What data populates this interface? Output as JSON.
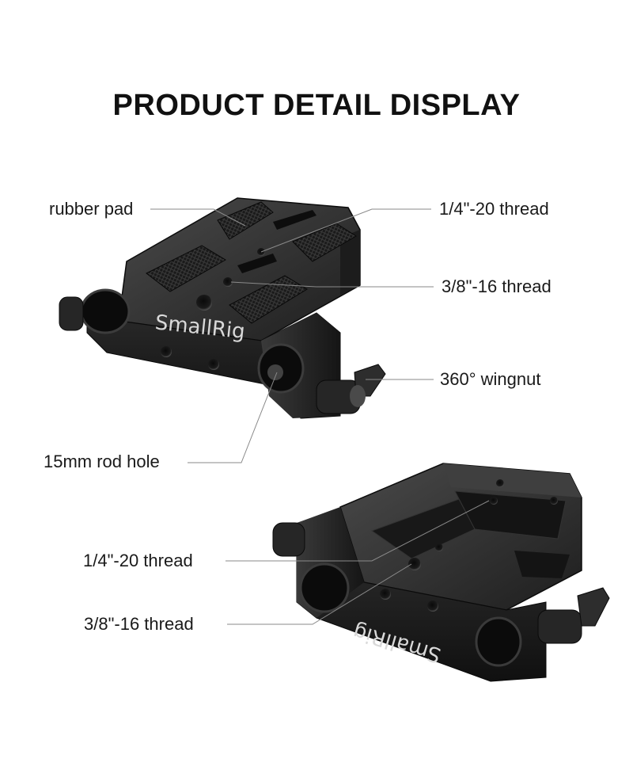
{
  "title": "PRODUCT DETAIL DISPLAY",
  "brand": "SmallRig",
  "top_view": {
    "labels": {
      "rubber_pad": "rubber pad",
      "thread_quarter": "1/4\"-20 thread",
      "thread_three_eighths": "3/8\"-16 thread",
      "wingnut": "360° wingnut",
      "rod_hole": "15mm rod hole"
    }
  },
  "bottom_view": {
    "labels": {
      "thread_quarter": "1/4\"-20 thread",
      "thread_three_eighths": "3/8\"-16 thread"
    }
  }
}
